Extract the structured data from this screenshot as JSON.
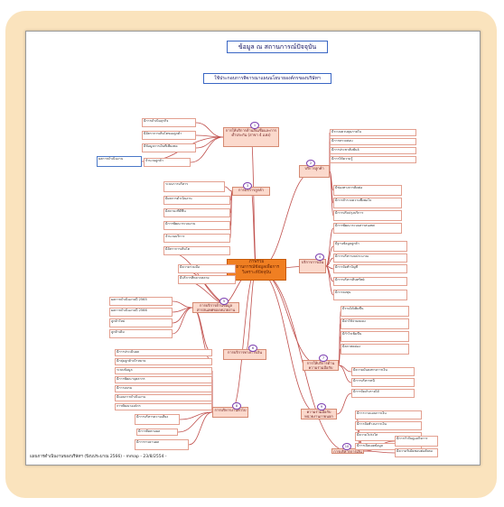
{
  "header": {
    "title": "ข้อมูล ณ สถานการณ์ปัจจุบัน",
    "subtitle": "ใช้ประกอบการพิจารณาแผนนโยบายองค์กรของบริษัทฯ"
  },
  "center_node": {
    "line1": "ภาพรวม",
    "line2": "สถานการณ์ข้อมูลเพื่อการวิเคราะห์ปัจจุบัน"
  },
  "hubs": [
    "การให้บริการด้านสินเชื่อและการค้ำประกัน (สาขา 4 แห่ง)",
    "บริการลูกค้า",
    "การบริการลูกค้า",
    "บริการการเงิน",
    "การบริการด้านข้อมูลสารสนเทศของหน่วยงาน",
    "การบริการทางการเงิน",
    "การให้บริการด้านความร่วมมือกับหน่วยงาน",
    "การบริหารงานทั่วไป",
    "ความร่วมมือกับหน่วยงานภายนอก",
    "การบริหารการเงินและบัญชีองค์กร"
  ],
  "badges": [
    "1",
    "2",
    "3",
    "4",
    "5",
    "6",
    "7",
    "8",
    "9",
    "10"
  ],
  "footer": "แผนการดำเนินงานของบริษัทฯ (ปีงบประมาณ 2566) - mmap - 23/8/2554 -",
  "nodes": [
    "มีการดำเนินธุรกิจ",
    "มีอัตราการเติบโตของลูกค้า",
    "มีข้อมูลการเงินที่เพียงพอ",
    "ผลการดำเนินงาน",
    "จำนวนลูกค้า",
    "ระบบการบริหาร",
    "มีผลการดำเนินงาน",
    "มีสถานะที่ดีขึ้น",
    "มีการพัฒนาระบบงาน",
    "จำนวนบริการ",
    "มีอัตราการเติบโต",
    "มีความร่วมมือ",
    "มีบริการที่หลากหลาย",
    "ผลการดำเนินงานปี 2565",
    "ผลการดำเนินงานปี 2566",
    "ลูกค้าใหม่",
    "ลูกค้าเดิม",
    "มีการประเมินผล",
    "มีกลุ่มลูกค้าเป้าหมาย",
    "ระบบข้อมูล",
    "มีการพัฒนาบุคลากร",
    "มีการอบรม",
    "มีแผนการดำเนินงาน",
    "การพัฒนาองค์กร",
    "มีการบริหารความเสี่ยง",
    "มีการติดตามผล",
    "มีการรายงานผล",
    "มีระบบควบคุมภายใน",
    "มีการตรวจสอบ",
    "มีการประชาสัมพันธ์",
    "มีการให้ความรู้",
    "มีช่องทางการติดต่อ",
    "มีการสำรวจความพึงพอใจ",
    "มีการปรับปรุงบริการ",
    "มีการพัฒนาระบบสารสนเทศ",
    "มีฐานข้อมูลลูกค้า",
    "มีการบริหารงบประมาณ",
    "มีการจัดทำบัญชี",
    "มีการบริหารสินทรัพย์",
    "มีการลงทุน",
    "มีรายได้เพิ่มขึ้น",
    "มีค่าใช้จ่ายลดลง",
    "มีกำไรเพิ่มขึ้น",
    "มีสภาพคล่อง",
    "มีความมั่นคงทางการเงิน",
    "มีการบริหารหนี้",
    "มีการจัดเก็บรายได้",
    "มีการวางแผนการเงิน",
    "มีการจัดทำงบการเงิน",
    "มีความโปร่งใส",
    "มีการเปิดเผยข้อมูล",
    "มีการกำกับดูแลกิจการ",
    "มีความรับผิดชอบต่อสังคม"
  ],
  "colors": {
    "frame": "#fae3bd",
    "center": "#f07f22",
    "hub": "#fbd9cc",
    "link": "#c0504d",
    "badge": "#7a3cb0",
    "title_border": "#3a66c4"
  }
}
